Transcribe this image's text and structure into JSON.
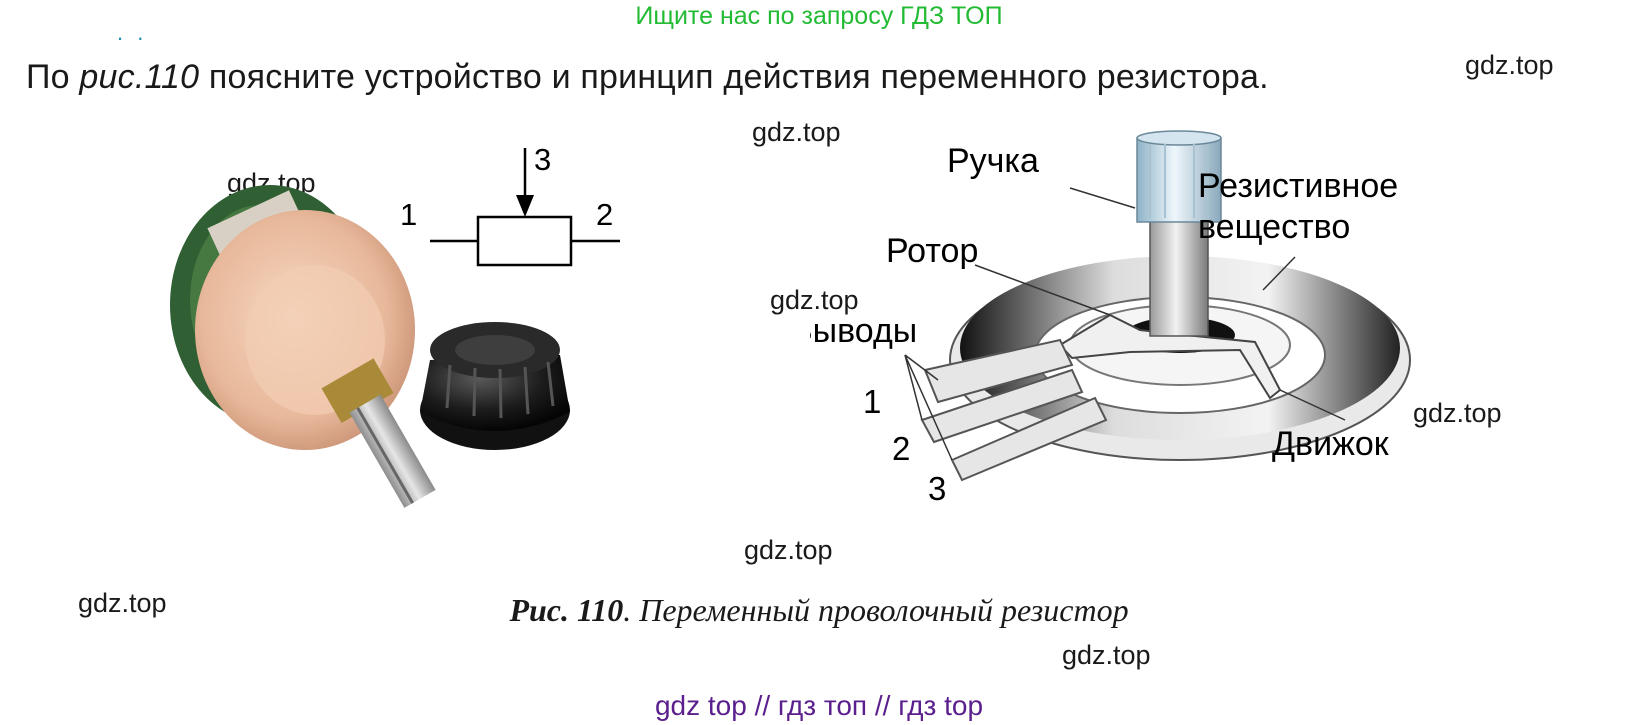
{
  "banner": {
    "text": "Ищите нас по запросу ГДЗ ТОП",
    "color": "#22bb33"
  },
  "dots": ". .",
  "question": {
    "before": "По ",
    "ref": "рис.110",
    "after": " поясните устройство и  принцип действия переменного резистора."
  },
  "watermark": "gdz.top",
  "schematic": {
    "pin1": "1",
    "pin2": "2",
    "pin3": "3"
  },
  "diagram": {
    "handle": "Ручка",
    "resistive_line1": "Резистивное",
    "resistive_line2": "вещество",
    "rotor": "Ротор",
    "leads": "Выводы",
    "slider": "Движок",
    "lead1": "1",
    "lead2": "2",
    "lead3": "3"
  },
  "caption": {
    "label": "Рис. 110",
    "text": ". Переменный проволочный резистор"
  },
  "footer": {
    "text": "gdz top  //  гдз топ  //  гдз top",
    "color": "#5a1f8c"
  },
  "colors": {
    "dots": "#1a8fb0"
  }
}
